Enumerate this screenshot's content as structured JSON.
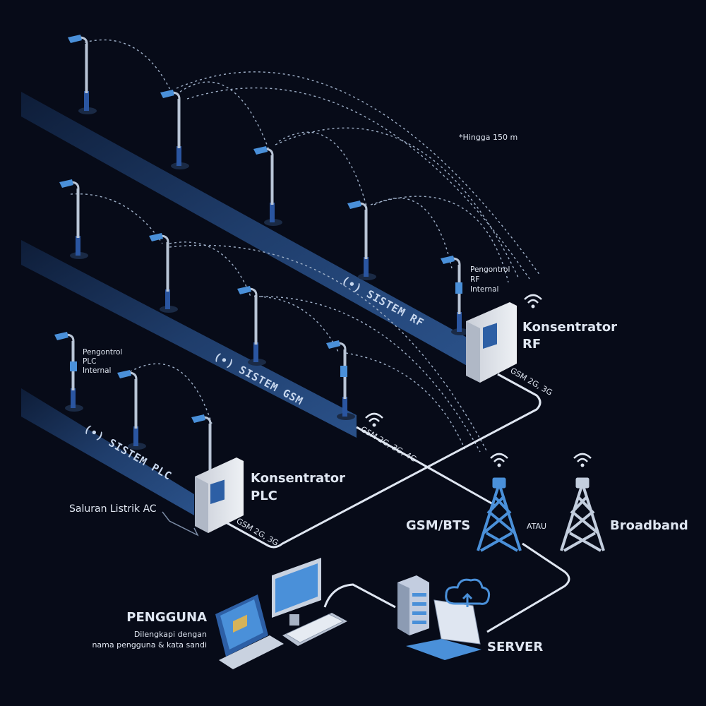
{
  "bands": {
    "rf": "(•) SISTEM RF",
    "gsm": "(•) SISTEM GSM",
    "plc": "(•) SISTEM PLC"
  },
  "labels": {
    "range_note": "*Hingga 150 m",
    "rf_controller": [
      "Pengontrol",
      "RF",
      "Internal"
    ],
    "plc_controller": [
      "Pengontrol",
      "PLC",
      "Internal"
    ],
    "rf_concentrator": [
      "Konsentrator",
      "RF"
    ],
    "plc_concentrator": [
      "Konsentrator",
      "PLC"
    ],
    "gsm_rf": "GSM 2G, 3G",
    "gsm_pole": "GSM 2G, 3G, 4G",
    "gsm_plc": "GSM 2G, 3G",
    "ac_line": "Saluran Listrik AC",
    "gsm_bts": "GSM/BTS",
    "atau": "ATAU",
    "broadband": "Broadband",
    "user_title": "PENGGUNA",
    "user_desc": [
      "Dilengkapi dengan",
      "nama pengguna & kata sandi"
    ],
    "server": "SERVER"
  },
  "colors": {
    "background": "#070b18",
    "band": "#1e3a66",
    "accent": "#4a90d9",
    "light": "#dfe6f1"
  }
}
